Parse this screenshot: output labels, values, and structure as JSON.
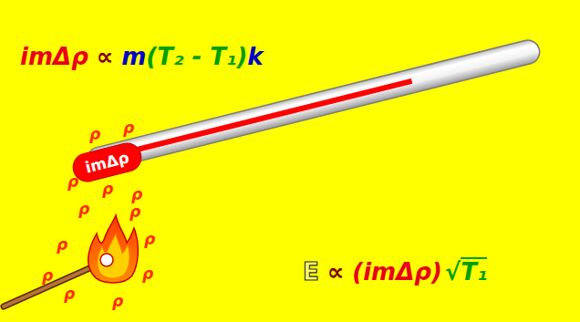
{
  "diagram": {
    "nodes": [
      {
        "text": [
          "imΔρ"
        ]
      }
    ],
    "labels": [
      "imΔρ",
      "∝",
      "m",
      "(T₂ - T₁)",
      "k",
      "E",
      "∝",
      "(imΔρ)",
      "√",
      "T₁",
      "ρ",
      "ρ",
      "ρ",
      "ρ",
      "ρ",
      "ρ",
      "ρ",
      "ρ",
      "ρ",
      "ρ",
      "ρ",
      "ρ",
      "ρ"
    ]
  }
}
